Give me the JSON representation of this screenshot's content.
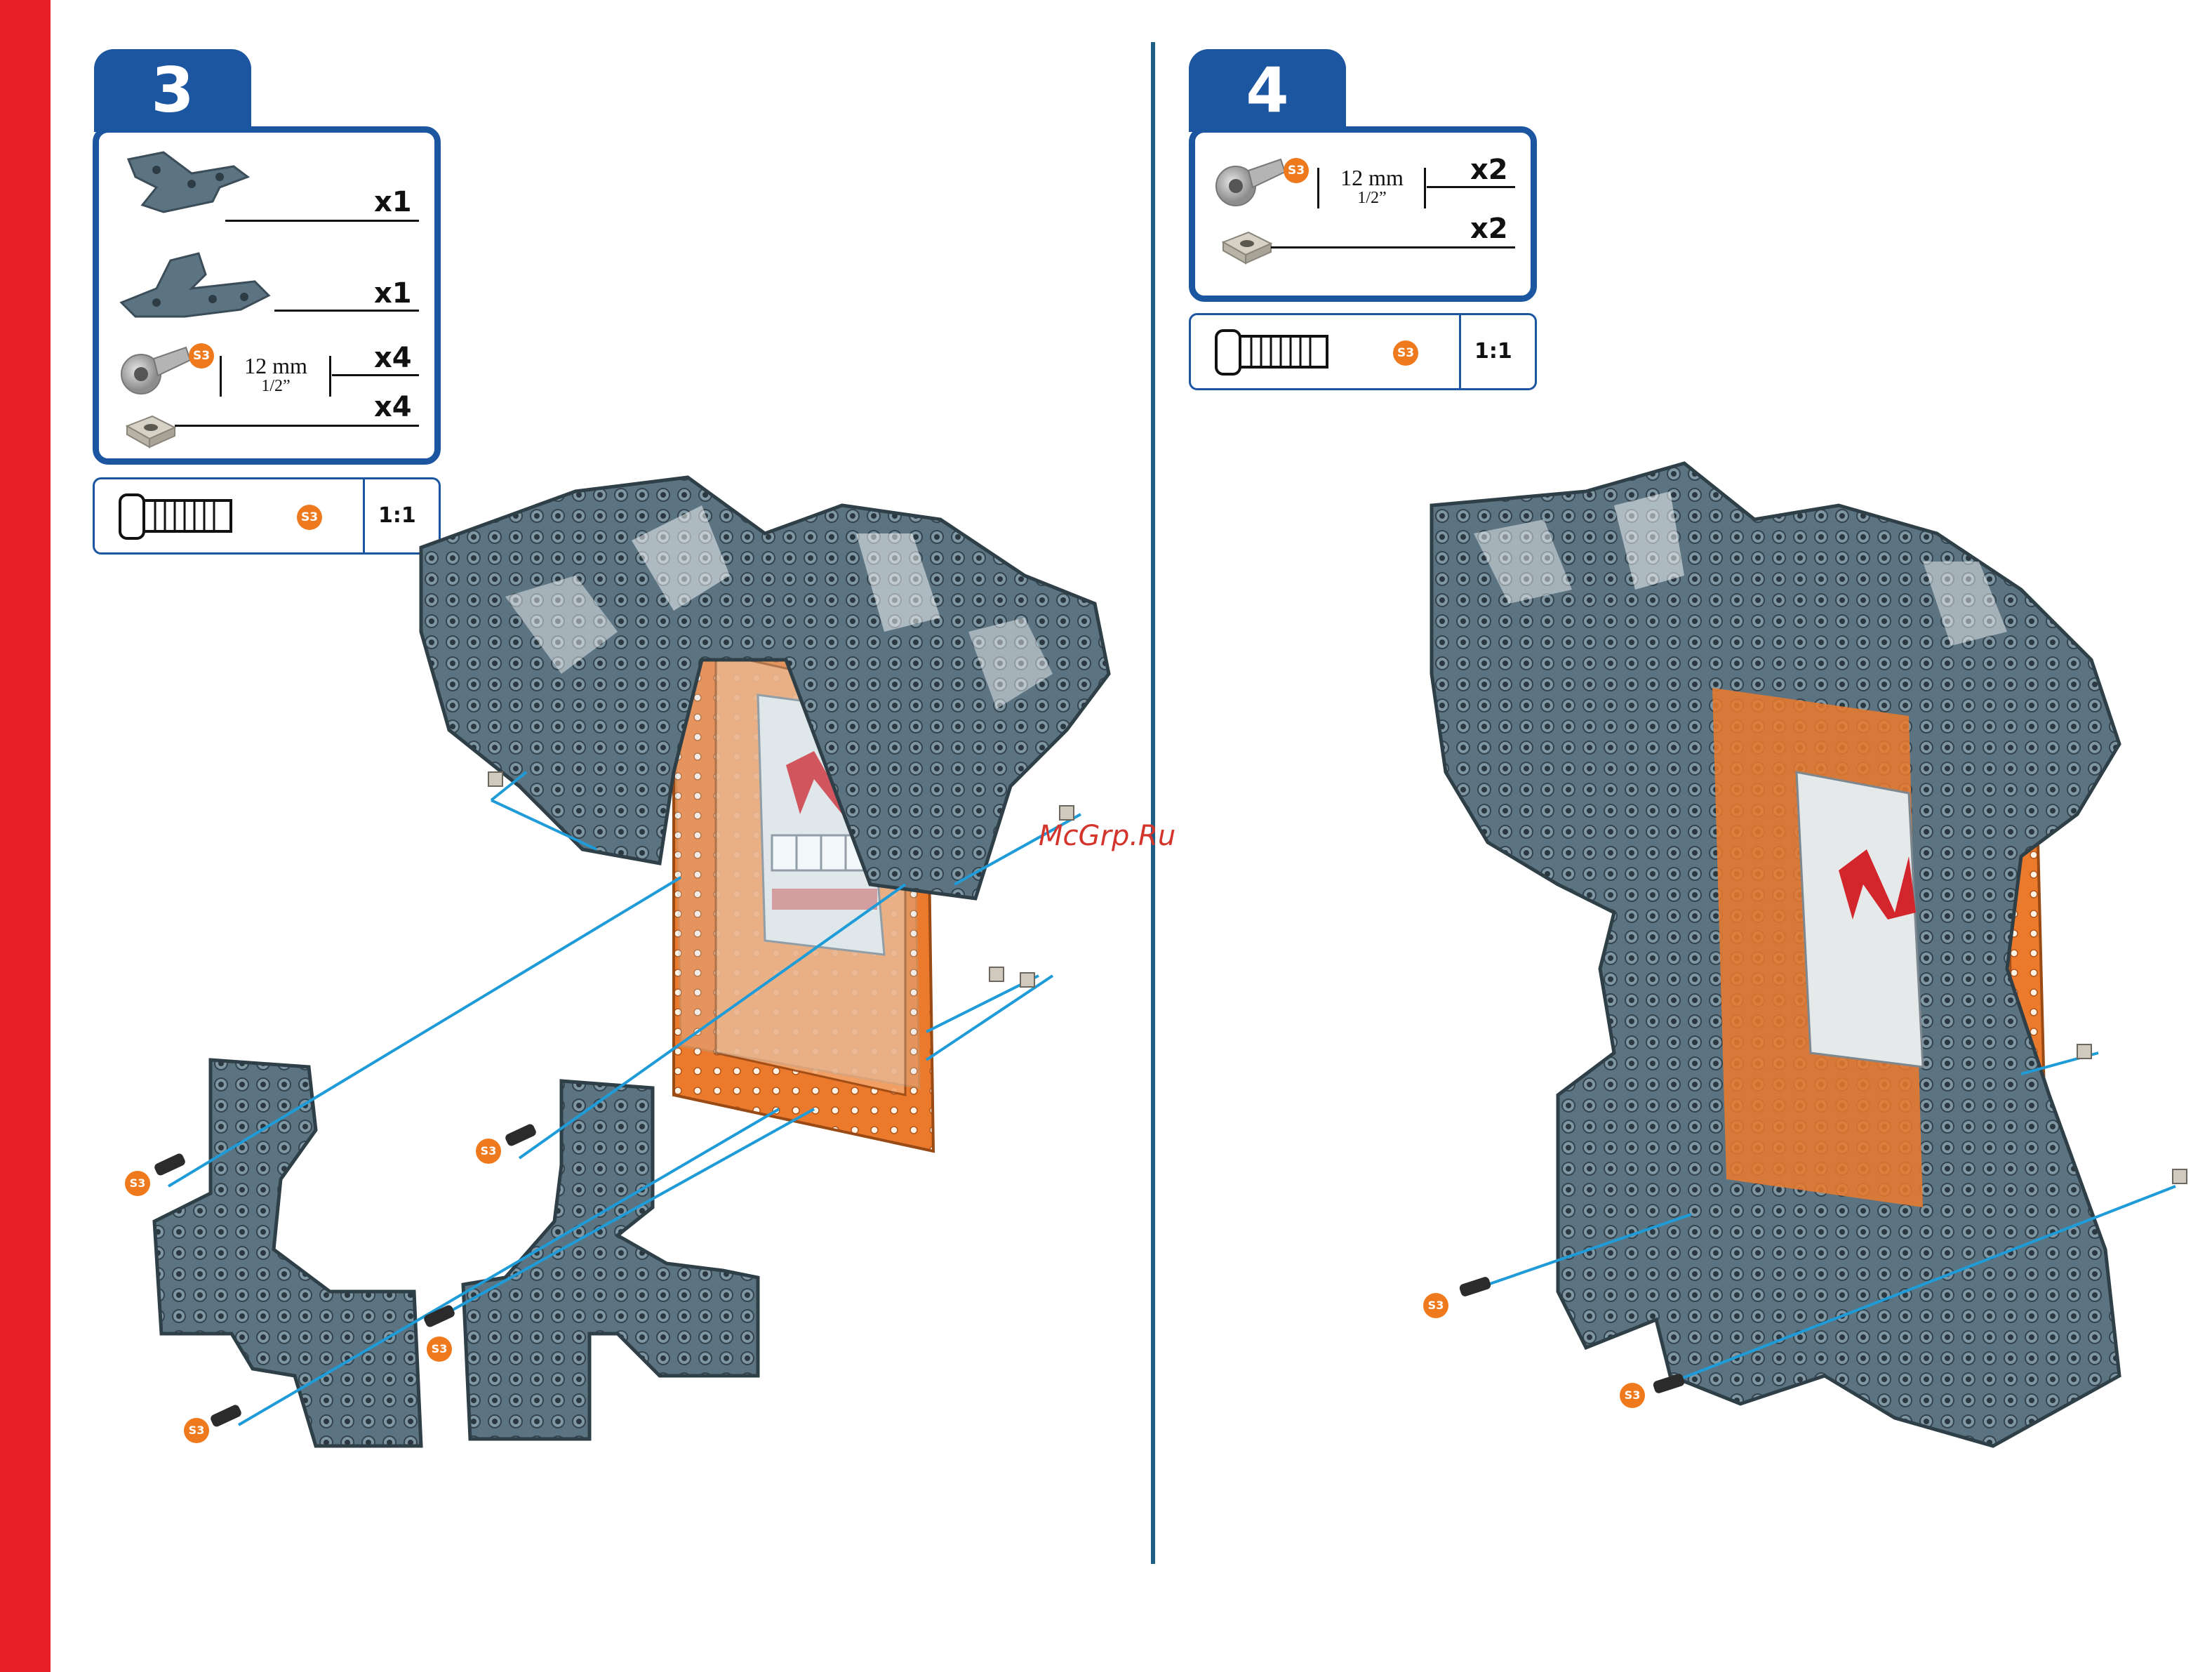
{
  "steps": [
    {
      "number": "3",
      "parts": [
        {
          "icon": "bracket-plate-a-icon",
          "qty": "x1"
        },
        {
          "icon": "bracket-plate-b-icon",
          "qty": "x1"
        },
        {
          "icon": "bolt-icon",
          "badge": "S3",
          "length_mm": "12 mm",
          "length_in": "1/2”",
          "qty": "x4"
        },
        {
          "icon": "square-nut-icon",
          "qty": "x4"
        }
      ],
      "scale": {
        "badge": "S3",
        "label": "1:1"
      },
      "callouts": [
        "S3",
        "S3",
        "S3",
        "S3"
      ]
    },
    {
      "number": "4",
      "parts": [
        {
          "icon": "bolt-icon",
          "badge": "S3",
          "length_mm": "12 mm",
          "length_in": "1/2”",
          "qty": "x2"
        },
        {
          "icon": "square-nut-icon",
          "qty": "x2"
        }
      ],
      "scale": {
        "badge": "S3",
        "label": "1:1"
      },
      "callouts": [
        "S3",
        "S3"
      ]
    }
  ],
  "watermark": "McGrp.Ru",
  "colors": {
    "accent": "#1c56a0",
    "side_bar": "#e8202a",
    "badge": "#ef7a1e",
    "frame": "#5c7482",
    "housing": "#ec7a2c"
  }
}
